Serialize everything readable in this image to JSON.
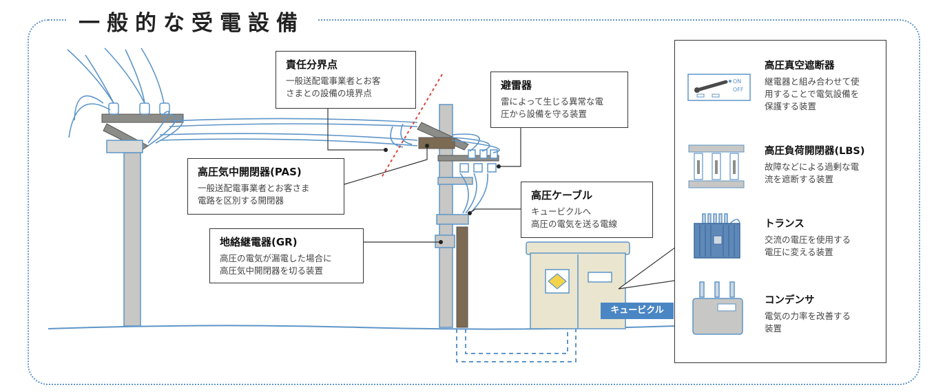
{
  "title": "一般的な受電設備",
  "callouts": {
    "sekinin": {
      "title": "責任分界点",
      "desc": [
        "一般送配電事業者とお客",
        "さまとの設備の境界点"
      ]
    },
    "hiraiki": {
      "title": "避雷器",
      "desc": [
        "雷によって生じる異常な電",
        "圧から設備を守る装置"
      ]
    },
    "pas": {
      "title": "高圧気中開閉器(PAS)",
      "desc": [
        "一般送配電事業者とお客さま",
        "電路を区別する開閉器"
      ]
    },
    "cable": {
      "title": "高圧ケーブル",
      "desc": [
        "キュービクルへ",
        "高圧の電気を送る電線"
      ]
    },
    "gr": {
      "title": "地絡継電器(GR)",
      "desc": [
        "高圧の電気が漏電した場合に",
        "高圧気中開閉器を切る装置"
      ]
    }
  },
  "cubicle_label": "キュービクル",
  "panel": [
    {
      "title": "高圧真空遮断器",
      "desc": [
        "継電器と組み合わせて使",
        "用することで電気設備を",
        "保護する装置"
      ],
      "icon": "switch-icon",
      "switch_on": "ON",
      "switch_off": "OFF"
    },
    {
      "title": "高圧負荷開閉器(LBS)",
      "desc": [
        "故障などによる過剰な電",
        "流を遮断する装置"
      ],
      "icon": "lbs-icon"
    },
    {
      "title": "トランス",
      "desc": [
        "交流の電圧を使用する",
        "電圧に変える装置"
      ],
      "icon": "transformer-icon"
    },
    {
      "title": "コンデンサ",
      "desc": [
        "電気の力率を改善する",
        "装置"
      ],
      "icon": "capacitor-icon"
    }
  ],
  "colors": {
    "line": "#5d95c8",
    "pole": "#c7c7c5",
    "brown": "#7d6a52",
    "cubicle": "#eae5cf",
    "accent": "#4b86c4"
  }
}
